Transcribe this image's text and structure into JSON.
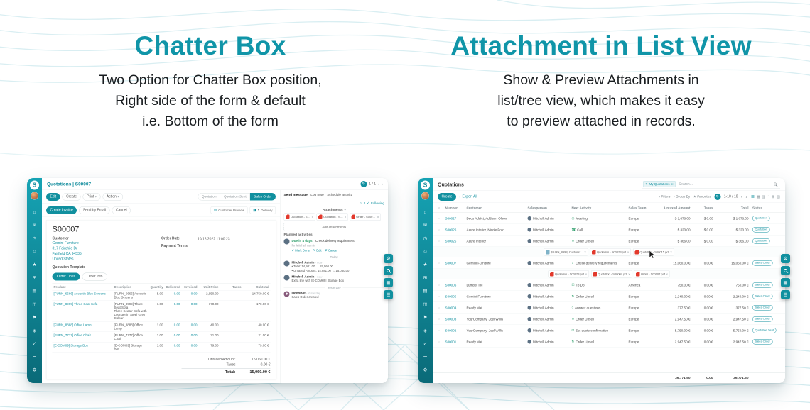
{
  "glyphs": {
    "caret_down": "▾",
    "caret_down_big": "▼",
    "close": "✕",
    "small_close": "×",
    "star": "★",
    "chev_left": "‹",
    "chev_right": "›",
    "refresh": "↻",
    "check": "✓",
    "download": "↓",
    "follower": "☺",
    "bullet": "•",
    "circle": "○"
  },
  "logo": {
    "letter": "S"
  },
  "features": {
    "left": {
      "title": "Chatter Box",
      "description": "Two Option for Chatter Box position,\nRight side of the form & default\ni.e. Bottom of the form"
    },
    "right": {
      "title": "Attachment in List View",
      "description": "Show & Preview Attachments in\nlist/tree view, which makes it easy\nto preview attached in records."
    }
  },
  "sidebar_icons": [
    {
      "name": "home-icon",
      "glyph": "⌂"
    },
    {
      "name": "discuss-icon",
      "glyph": "✉"
    },
    {
      "name": "calendar-icon",
      "glyph": "◷"
    },
    {
      "name": "contacts-icon",
      "glyph": "☺"
    },
    {
      "name": "crm-icon",
      "glyph": "★"
    },
    {
      "name": "sales-icon",
      "glyph": "⊞"
    },
    {
      "name": "dashboard-icon",
      "glyph": "▤"
    },
    {
      "name": "inventory-icon",
      "glyph": "◫"
    },
    {
      "name": "purchase-icon",
      "glyph": "⚑"
    },
    {
      "name": "accounting-icon",
      "glyph": "◈"
    },
    {
      "name": "project-icon",
      "glyph": "✓"
    },
    {
      "name": "timesheet-icon",
      "glyph": "☰"
    },
    {
      "name": "settings-icon",
      "glyph": "⚙"
    }
  ],
  "fabs": [
    {
      "name": "settings-fab",
      "glyph": "⚙"
    },
    {
      "name": "search-fab",
      "glyph": ""
    },
    {
      "name": "apps-fab",
      "glyph": "▦"
    },
    {
      "name": "menu-fab",
      "glyph": "☰"
    }
  ],
  "form_app": {
    "breadcrumb": "Quotations | S00007",
    "toolbar": {
      "edit": "Edit",
      "create": "Create",
      "print": "Print",
      "action": "Action",
      "pager": "1 / 1"
    },
    "statusbar": [
      {
        "label": "Quotation",
        "active": false
      },
      {
        "label": "Quotation Sent",
        "active": false
      },
      {
        "label": "Sales Order",
        "active": true
      }
    ],
    "header_buttons": [
      {
        "label": "Create Invoice",
        "style": "primary"
      },
      {
        "label": "Send by Email",
        "style": "secondary"
      },
      {
        "label": "Cancel",
        "style": "secondary"
      }
    ],
    "smart_buttons": [
      {
        "label": "Customer Preview",
        "icon": "globe-icon",
        "glyph": "⊚"
      },
      {
        "label": "Delivery",
        "icon": "truck-icon",
        "glyph": "◨",
        "count": "2"
      }
    ],
    "record_name": "S00007",
    "fields": {
      "customer_label": "Customer",
      "customer_name": "Gemini Furniture",
      "customer_address": "317 Fairchild Dr\nFairfield CA 94535\nUnited States",
      "order_date_label": "Order Date",
      "order_date": "10/12/2022 11:00:23",
      "payment_terms_label": "Payment Terms",
      "quotation_template_label": "Quotation Template"
    },
    "tabs": [
      {
        "label": "Order Lines",
        "active": true
      },
      {
        "label": "Other Info",
        "active": false
      }
    ],
    "order_table": {
      "headers": [
        "Product",
        "Description",
        "Quantity",
        "Delivered",
        "Invoiced",
        "Unit Price",
        "Taxes",
        "Subtotal"
      ],
      "rows": [
        {
          "product": "[FURN_6666] Acoustic Bloc Screens",
          "description": "[FURN_6666] Acoustic Bloc Screens",
          "qty": "5.00",
          "delivered": "0.00",
          "invoiced": "0.00",
          "unit_price": "2,950.00",
          "taxes": "",
          "subtotal": "14,750.00 €"
        },
        {
          "product": "[FURN_8999] Three-Seat Sofa",
          "description": "[FURN_8999] Three-Seat Sofa\nThree Seater Sofa with Lounger in Steel Grey Colour",
          "qty": "1.00",
          "delivered": "0.00",
          "invoiced": "0.00",
          "unit_price": "170.00",
          "taxes": "",
          "subtotal": "170.00 €"
        },
        {
          "product": "[FURN_8888] Office Lamp",
          "description": "[FURN_8888] Office Lamp",
          "qty": "1.00",
          "delivered": "0.00",
          "invoiced": "0.00",
          "unit_price": "40.00",
          "taxes": "",
          "subtotal": "40.00 €"
        },
        {
          "product": "[FURN_7777] Office Chair",
          "description": "[FURN_7777] Office Chair",
          "qty": "1.00",
          "delivered": "0.00",
          "invoiced": "0.00",
          "unit_price": "21.00",
          "taxes": "",
          "subtotal": "21.00 €"
        },
        {
          "product": "[E-COM09] Storage Box",
          "description": "[E-COM09] Storage Box",
          "qty": "1.00",
          "delivered": "0.00",
          "invoiced": "0.00",
          "unit_price": "79.00",
          "taxes": "",
          "subtotal": "79.00 €"
        }
      ]
    },
    "totals": {
      "untaxed_label": "Untaxed Amount:",
      "untaxed": "15,060.00 €",
      "taxes_label": "Taxes",
      "taxes": "0.00 €",
      "total_label": "Total:",
      "total": "15,060.00 €"
    },
    "chatter": {
      "composer_tabs": [
        "Send message",
        "Log note",
        "Schedule activity"
      ],
      "followers_count": "2",
      "following_label": "Following",
      "attachments_label": "Attachments",
      "attachments": [
        {
          "name": "Quotation - S00023.pdf",
          "icon": "pdf"
        },
        {
          "name": "Quotation - S00007.pdf",
          "icon": "pdf"
        },
        {
          "name": "Order - S00007.pdf",
          "icon": "pdf"
        }
      ],
      "add_attachments_label": "Add attachments",
      "planned_activities_label": "Planned activities",
      "activity": {
        "due": "Due in 4 days:",
        "summary": "\"Check delivery requirement\"",
        "assignee": "for Mitchell Admin",
        "actions": [
          {
            "label": "Mark Done",
            "glyph": "✓"
          },
          {
            "label": "Edit",
            "glyph": "✎"
          },
          {
            "label": "Cancel",
            "glyph": "✗"
          }
        ]
      },
      "feed": [
        {
          "divider": "Today"
        },
        {
          "author": "Mitchell Admin",
          "time": "- now",
          "bullets": true,
          "lines": [
            "Total: 14,981.00 → 15,060.00",
            "Untaxed Amount: 14,981.00 → 15,060.00"
          ]
        },
        {
          "author": "Mitchell Admin",
          "time": "- now",
          "bullets": false,
          "lines": [
            "Extra line with [E-COM09] Storage Box"
          ]
        },
        {
          "divider": "Yesterday"
        },
        {
          "author": "OdooBot",
          "time": "- Yesterday",
          "bullets": false,
          "lines": [
            "Sales Order created"
          ]
        }
      ]
    }
  },
  "list_app": {
    "title": "Quotations",
    "search": {
      "filter_chip": "My Quotations",
      "placeholder": "Search..."
    },
    "toolbar": {
      "create": "Create",
      "export": "Export All",
      "filters": "Filters",
      "group_by": "Group By",
      "favorites": "Favorites",
      "pager": "1-10 / 10"
    },
    "view_switcher": [
      {
        "name": "list-view-icon",
        "glyph": "☰"
      },
      {
        "name": "kanban-view-icon",
        "glyph": "▦"
      },
      {
        "name": "pivot-view-icon",
        "glyph": "▥"
      },
      {
        "name": "graph-view-icon",
        "glyph": "◔"
      },
      {
        "name": "calendar-view-icon",
        "glyph": "⊞"
      },
      {
        "name": "map-view-icon",
        "glyph": "▧"
      }
    ],
    "headers": [
      "Number",
      "Customer",
      "Salesperson",
      "Next Activity",
      "Sales Team",
      "Untaxed Amount",
      "Taxes",
      "Total",
      "Status"
    ],
    "rows": [
      {
        "number": "S00027",
        "customer": "Deco Addict, Addison Olson",
        "salesperson": "Mitchell Admin",
        "activity": "Meeting",
        "activity_icon": "clock-icon",
        "activity_glyph": "◷",
        "team": "Europe",
        "untaxed": "$ 1,878.00",
        "taxes": "$ 0.00",
        "total": "$ 1,878.00",
        "status": "Quotation"
      },
      {
        "number": "S00026",
        "customer": "Azure Interior, Nicole Ford",
        "salesperson": "Mitchell Admin",
        "activity": "Call",
        "activity_icon": "phone-icon",
        "activity_glyph": "☎",
        "team": "Europe",
        "untaxed": "$ 320.00",
        "taxes": "$ 0.00",
        "total": "$ 320.00",
        "status": "Quotation"
      },
      {
        "number": "S00025",
        "customer": "Azure Interior",
        "salesperson": "Mitchell Admin",
        "activity": "Order Upsell",
        "activity_icon": "upsell-icon",
        "activity_glyph": "↻",
        "team": "Europe",
        "untaxed": "$ 366.00",
        "taxes": "$ 0.00",
        "total": "$ 366.00",
        "status": "Quotation",
        "attachments": [
          {
            "name": "[FURN_8999] Customiz...",
            "icon": "image"
          },
          {
            "name": "Quotation - S00023.pdf",
            "icon": "pdf"
          },
          {
            "name": "Quotation - S00015.pdf",
            "icon": "pdf"
          }
        ]
      },
      {
        "number": "S00007",
        "customer": "Gemini Furniture",
        "salesperson": "Mitchell Admin",
        "activity": "Check delivery requirements",
        "activity_icon": "check-icon",
        "activity_glyph": "✓",
        "team": "Europe",
        "untaxed": "15,060.00 €",
        "taxes": "0.00 €",
        "total": "15,060.00 €",
        "status": "Sales Order",
        "attachments": [
          {
            "name": "Quotation - S00023.pdf",
            "icon": "pdf"
          },
          {
            "name": "Quotation - S00007.pdf",
            "icon": "pdf"
          },
          {
            "name": "Order - S00007.pdf",
            "icon": "pdf"
          }
        ]
      },
      {
        "number": "S00006",
        "customer": "Lumber Inc",
        "salesperson": "Mitchell Admin",
        "activity": "To Do",
        "activity_icon": "todo-icon",
        "activity_glyph": "☑",
        "team": "America",
        "untaxed": "750.00 €",
        "taxes": "0.00 €",
        "total": "750.00 €",
        "status": "Sales Order"
      },
      {
        "number": "S00005",
        "customer": "Gemini Furniture",
        "salesperson": "Mitchell Admin",
        "activity": "Order Upsell",
        "activity_icon": "upsell-icon",
        "activity_glyph": "↻",
        "team": "Europe",
        "untaxed": "2,240.00 €",
        "taxes": "0.00 €",
        "total": "2,240.00 €",
        "status": "Sales Order"
      },
      {
        "number": "S00004",
        "customer": "Ready Mat",
        "salesperson": "Mitchell Admin",
        "activity": "Answer questions",
        "activity_icon": "question-icon",
        "activity_glyph": "?",
        "team": "Europe",
        "untaxed": "377.50 €",
        "taxes": "0.00 €",
        "total": "377.50 €",
        "status": "Sales Order"
      },
      {
        "number": "S00003",
        "customer": "YourCompany, Joel Willis",
        "salesperson": "Mitchell Admin",
        "activity": "Order Upsell",
        "activity_icon": "upsell-icon",
        "activity_glyph": "↻",
        "team": "Europe",
        "untaxed": "2,947.50 €",
        "taxes": "0.00 €",
        "total": "2,947.50 €",
        "status": "Sales Order"
      },
      {
        "number": "S00002",
        "customer": "YourCompany, Joel Willis",
        "salesperson": "Mitchell Admin",
        "activity": "Set quote confirmation",
        "activity_icon": "email-icon",
        "activity_glyph": "✉",
        "team": "Europe",
        "untaxed": "5,750.00 €",
        "taxes": "0.00 €",
        "total": "5,750.00 €",
        "status": "Quotation Sent"
      },
      {
        "number": "S00001",
        "customer": "Ready Mat",
        "salesperson": "Mitchell Admin",
        "activity": "Order Upsell",
        "activity_icon": "upsell-icon",
        "activity_glyph": "↻",
        "team": "Europe",
        "untaxed": "2,947.50 €",
        "taxes": "0.00 €",
        "total": "2,947.50 €",
        "status": "Sales Order"
      }
    ],
    "footer": {
      "untaxed": "36,771.50",
      "taxes": "0.00",
      "total": "36,771.50"
    }
  }
}
